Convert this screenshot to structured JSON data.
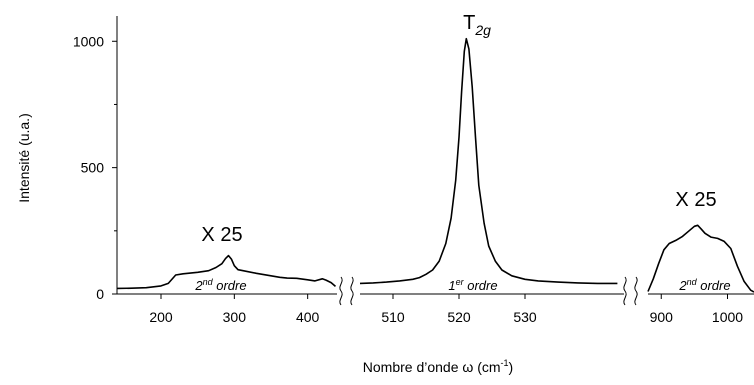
{
  "chart_data": {
    "type": "line",
    "ylabel": "Intensité (u.a.)",
    "xlabel_main": "Nombre d’onde ω (cm",
    "xlabel_sup": "-1",
    "xlabel_end": ")",
    "ylim": [
      0,
      1100
    ],
    "yticks": [
      0,
      500,
      1000
    ],
    "line_color": "#000000",
    "panels": [
      {
        "xlim": [
          140,
          440
        ],
        "xticks": [
          200,
          300,
          400
        ],
        "order_main": "2",
        "order_sup": "nd",
        "order_rest": " ordre",
        "annotation": "X 25",
        "x": [
          140,
          160,
          180,
          200,
          210,
          220,
          230,
          250,
          265,
          275,
          283,
          288,
          292,
          296,
          300,
          305,
          312,
          330,
          350,
          362,
          372,
          385,
          400,
          410,
          420,
          425,
          432,
          438
        ],
        "y": [
          22,
          23,
          25,
          32,
          42,
          75,
          80,
          86,
          92,
          105,
          120,
          140,
          152,
          138,
          112,
          96,
          92,
          82,
          72,
          66,
          63,
          62,
          56,
          52,
          60,
          55,
          45,
          30
        ]
      },
      {
        "xlim": [
          505,
          545
        ],
        "xticks": [
          510,
          520,
          530
        ],
        "order_main": "1",
        "order_sup": "er",
        "order_rest": " ordre",
        "annotation_main": "T",
        "annotation_sub": "2g",
        "x": [
          505,
          507,
          509,
          511,
          513,
          514,
          515,
          516,
          517,
          518,
          518.8,
          519.5,
          520,
          520.4,
          520.8,
          521.1,
          521.5,
          522,
          522.5,
          523,
          523.8,
          524.5,
          525.5,
          526.5,
          528,
          530,
          532,
          535,
          538,
          541,
          544
        ],
        "y": [
          42,
          44,
          47,
          52,
          58,
          65,
          78,
          95,
          130,
          200,
          300,
          450,
          620,
          800,
          960,
          1010,
          970,
          820,
          620,
          430,
          280,
          190,
          130,
          95,
          72,
          58,
          52,
          47,
          44,
          42,
          42
        ]
      },
      {
        "xlim": [
          880,
          1040
        ],
        "xticks": [
          900,
          1000
        ],
        "order_main": "2",
        "order_sup": "nd",
        "order_rest": " ordre",
        "annotation": "X 25",
        "x": [
          880,
          888,
          896,
          904,
          912,
          922,
          932,
          942,
          950,
          955,
          960,
          966,
          975,
          985,
          995,
          1005,
          1015,
          1025,
          1035,
          1040
        ],
        "y": [
          10,
          60,
          120,
          175,
          200,
          212,
          228,
          250,
          268,
          272,
          258,
          240,
          225,
          220,
          208,
          180,
          110,
          50,
          15,
          8
        ]
      }
    ]
  }
}
